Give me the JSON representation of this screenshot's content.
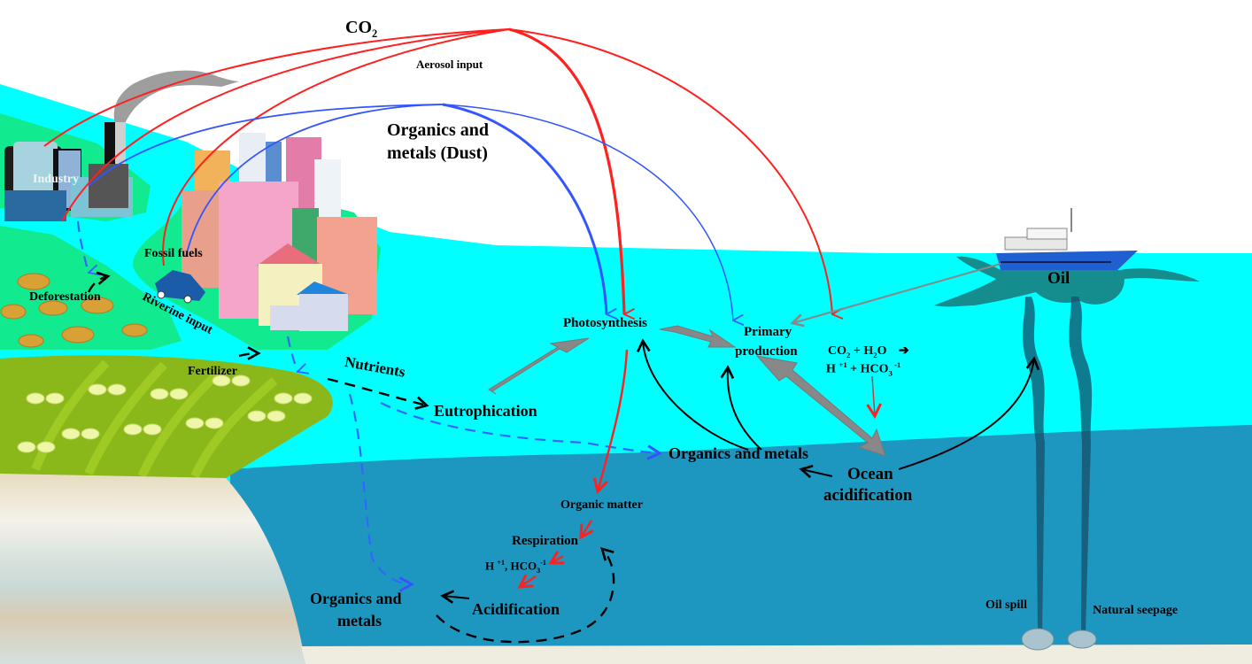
{
  "figure": {
    "title": "Sources and pathways of CO2, nutrients, organics and metals to the coastal ocean",
    "colors": {
      "sky": "#ffffff",
      "surface_water": "#00ffff",
      "deep_water": "#1e97c0",
      "land_green": "#12ea8f",
      "field_green": "#8ab81a",
      "sediment": "#dfe6e2",
      "co2_arrow": "#ff2020",
      "dust_arrow": "#3355ff",
      "process_arrow": "#888888",
      "feedback_arrow": "#000000"
    }
  },
  "atmosphere": {
    "co2_label": "CO",
    "co2_sub": "2",
    "aerosol_label": "Aerosol input",
    "dust_label_line1": "Organics and",
    "dust_label_line2": "metals (Dust)"
  },
  "land": {
    "industry": "Industry",
    "fossil_fuels": "Fossil fuels",
    "deforestation": "Deforestation",
    "riverine_input": "Riverine input",
    "fertilizer": "Fertilizer",
    "nutrients": "Nutrients"
  },
  "surface_ocean": {
    "eutrophication": "Eutrophication",
    "photosynthesis": "Photosynthesis",
    "primary_production_line1": "Primary",
    "primary_production_line2": "production",
    "reaction_line1_a": "CO",
    "reaction_line1_sub1": "2",
    "reaction_line1_b": " + H",
    "reaction_line1_sub2": "2",
    "reaction_line1_c": "O",
    "reaction_arrow": "➔",
    "reaction_line2_a": "H ",
    "reaction_line2_sup1": "+1",
    "reaction_line2_b": " + HCO",
    "reaction_line2_sub": "3",
    "reaction_line2_sup2": " -1",
    "oil": "Oil"
  },
  "deep_ocean": {
    "organics_metals": "Organics and metals",
    "ocean_acidification_line1": "Ocean",
    "ocean_acidification_line2": "acidification",
    "organic_matter": "Organic matter",
    "respiration": "Respiration",
    "ions_a": "H ",
    "ions_sup1": "+1",
    "ions_b": ", HCO",
    "ions_sub": "3",
    "ions_sup2": "-1",
    "acidification": "Acidification",
    "sediment_organics_line1": "Organics and",
    "sediment_organics_line2": "metals",
    "oil_spill": "Oil spill",
    "natural_seepage": "Natural seepage"
  }
}
